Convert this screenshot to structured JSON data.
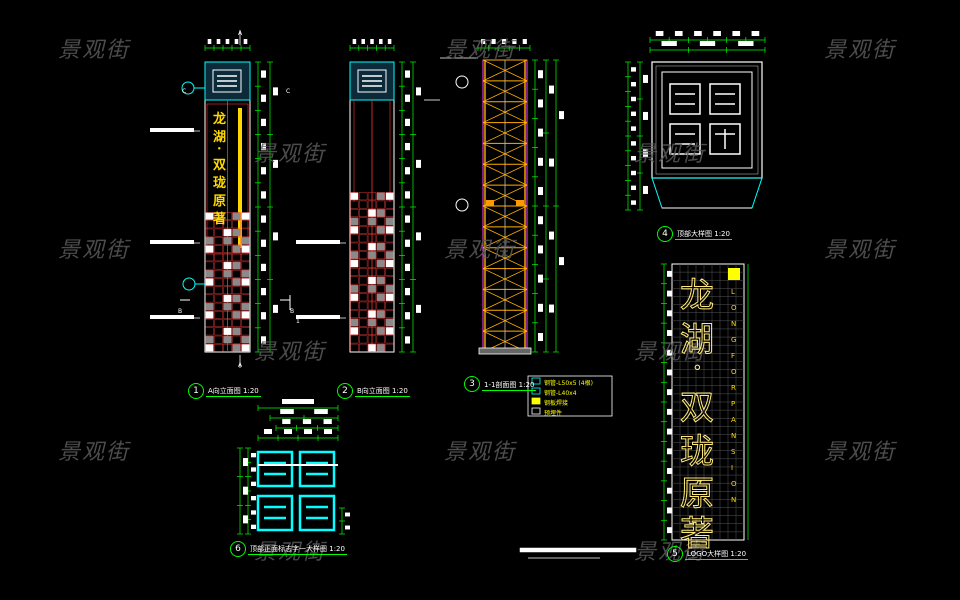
{
  "watermark": "景观街",
  "views": [
    {
      "num": "1",
      "caption": "A向立面图",
      "scale": "1:20"
    },
    {
      "num": "2",
      "caption": "B向立面图",
      "scale": "1:20"
    },
    {
      "num": "3",
      "caption": "1-1剖面图",
      "scale": "1:20"
    },
    {
      "num": "4",
      "caption": "顶部大样图",
      "scale": "1:20"
    },
    {
      "num": "5",
      "caption": "LOGO大样图",
      "scale": "1:20"
    },
    {
      "num": "6",
      "caption": "顶部正面标志字一大样图",
      "scale": "1:20"
    }
  ],
  "sign_text": [
    "龙",
    "湖",
    "·",
    "双",
    "珑",
    "原",
    "著"
  ],
  "side_text": [
    "L",
    "O",
    "N",
    "G",
    "F",
    "O",
    "R",
    "P",
    "A",
    "N",
    "S",
    "I",
    "O",
    "N"
  ],
  "legend": [
    "钢管-L50x5 (4根)",
    "钢管-L40x4",
    "钢板焊接",
    "预埋件"
  ],
  "markers": {
    "A": "A",
    "B": "B",
    "C": "C",
    "one": "1"
  }
}
